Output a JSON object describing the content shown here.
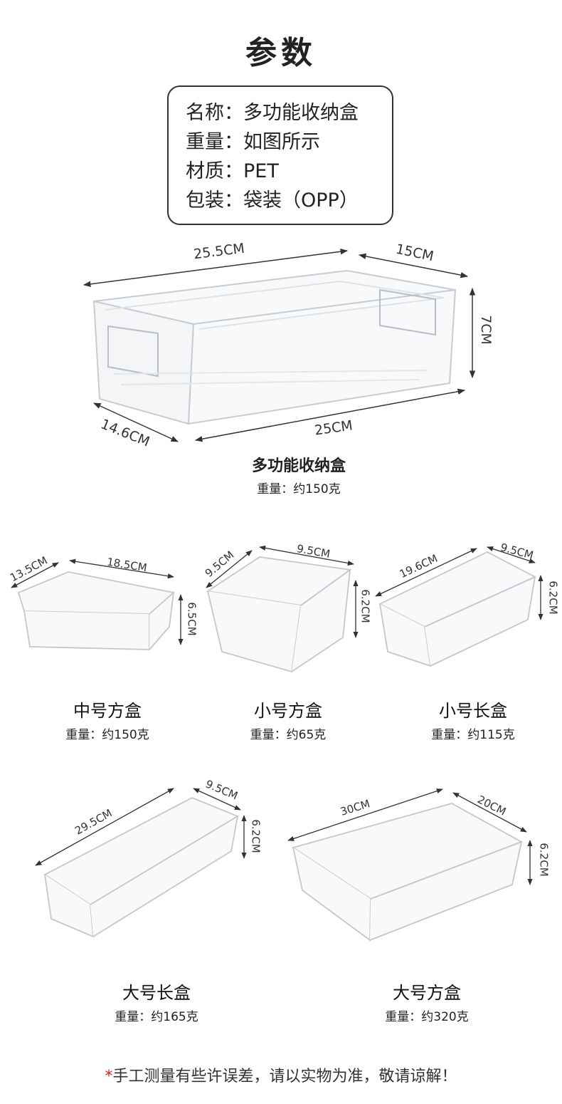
{
  "title": "参数",
  "specs": [
    {
      "label": "名称：",
      "value": "多功能收纳盒"
    },
    {
      "label": "重量：",
      "value": "如图所示"
    },
    {
      "label": "材质：",
      "value": "PET"
    },
    {
      "label": "包装：",
      "value": "袋装（OPP）"
    }
  ],
  "main_product": {
    "name": "多功能收纳盒",
    "weight": "重量：约150克",
    "dims": {
      "top_length": "25.5CM",
      "top_width": "15CM",
      "height": "7CM",
      "bottom_width": "14.6CM",
      "bottom_length": "25CM"
    }
  },
  "products": [
    {
      "name": "中号方盒",
      "weight": "重量：约150克",
      "dims": [
        "13.5CM",
        "18.5CM",
        "6.5CM"
      ]
    },
    {
      "name": "小号方盒",
      "weight": "重量：约65克",
      "dims": [
        "9.5CM",
        "9.5CM",
        "6.2CM"
      ]
    },
    {
      "name": "小号长盒",
      "weight": "重量：约115克",
      "dims": [
        "19.6CM",
        "9.5CM",
        "6.2CM"
      ]
    },
    {
      "name": "大号长盒",
      "weight": "重量：约165克",
      "dims": [
        "29.5CM",
        "9.5CM",
        "6.2CM"
      ]
    },
    {
      "name": "大号方盒",
      "weight": "重量：约320克",
      "dims": [
        "30CM",
        "20CM",
        "6.2CM"
      ]
    }
  ],
  "note": {
    "star": "*",
    "text": "手工测量有些许误差，请以实物为准，敬请谅解！"
  }
}
